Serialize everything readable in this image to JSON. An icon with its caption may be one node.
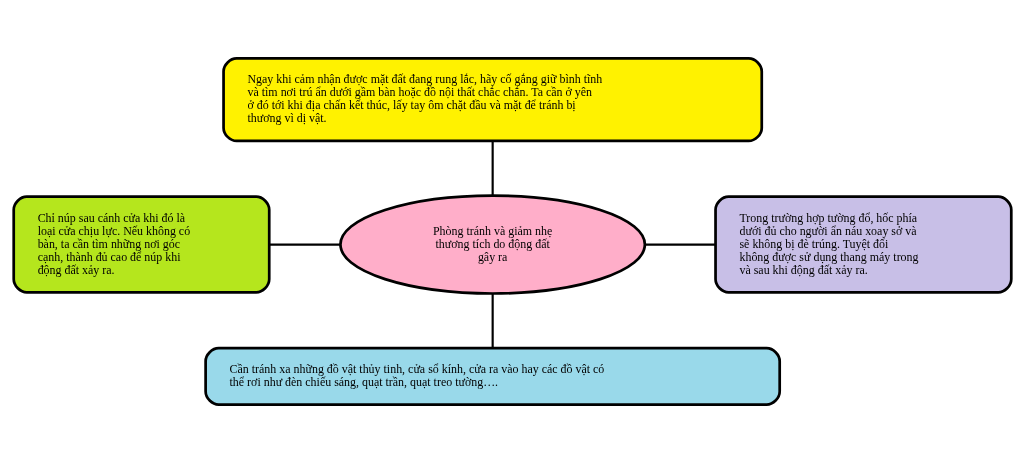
{
  "diagram": {
    "nodes": [
      {
        "text": [
          "Ngay khi cảm nhận được mặt đất đang rung lắc, hãy cố gắng giữ bình tĩnh và tìm nơi trú ẩn dưới gầm bàn hoặc đồ nội thất chắc chắn. Ta cần ở yên ở đó tới khi địa chấn kết thúc, lấy tay ôm chặt đầu và mặt để tránh bị thương vì dị vật."
        ]
      },
      {
        "text": [
          "Chỉ núp sau cánh cửa khi đó là loại cửa chịu lực. Nếu không có bàn, ta cần tìm những nơi góc cạnh, thành đủ cao để núp khi động đất xảy ra."
        ]
      },
      {
        "text": [
          "Phòng tránh và giảm nhẹ thương tích do động đất gây ra"
        ]
      },
      {
        "text": [
          "Trong trường hợp tường đổ, hốc phía dưới đủ cho người ẩn náu xoay sở và sẽ không bị đè trúng. Tuyệt đối không được sử dụng thang máy trong và sau khi động đất xảy ra."
        ]
      },
      {
        "text": [
          "Cần tránh xa những đồ vật thủy tinh, cửa sổ kính, cửa ra vào hay các đồ vật có thể rơi như đèn chiếu sáng, quạt trần, quạt treo tường…."
        ]
      }
    ],
    "edges": [
      {
        "from": 0,
        "to": 2,
        "arrow": "none"
      },
      {
        "from": 1,
        "to": 2,
        "arrow": "none"
      },
      {
        "from": 2,
        "to": 3,
        "arrow": "none"
      },
      {
        "from": 2,
        "to": 4,
        "arrow": "none"
      }
    ]
  }
}
